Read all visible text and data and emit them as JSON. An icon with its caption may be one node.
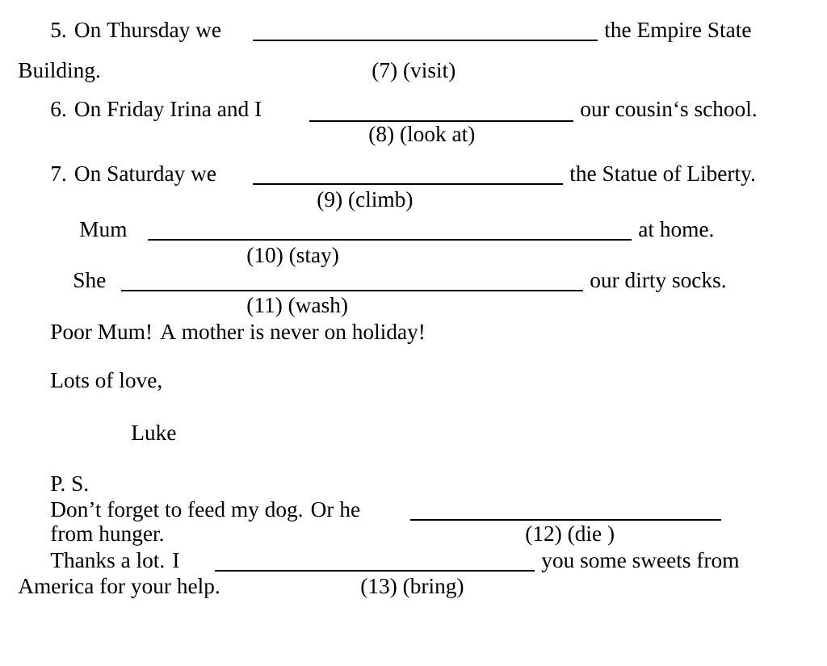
{
  "diagram": {
    "labels": [
      "5. On Thursday we",
      "the Empire State",
      "Building.",
      "(7) (visit)",
      "6.  On Friday Irina and I",
      "our cousin‘s school.",
      "(8) (look at)",
      "7. On Saturday  we",
      "the Statue of Liberty.",
      "(9) (climb)",
      "Mum",
      "at home.",
      "(10) (stay)",
      "She",
      "our dirty socks.",
      "(11) (wash)",
      "Poor Mum! A mother is never on holiday!",
      "Lots of love,",
      "Luke",
      "P. S.",
      "Don’t forget to feed my dog. Or he",
      "from hunger.",
      "(12) (die )",
      "Thanks a lot.   I",
      "you some sweets from",
      "America for your help.",
      "(13) (bring)"
    ]
  }
}
